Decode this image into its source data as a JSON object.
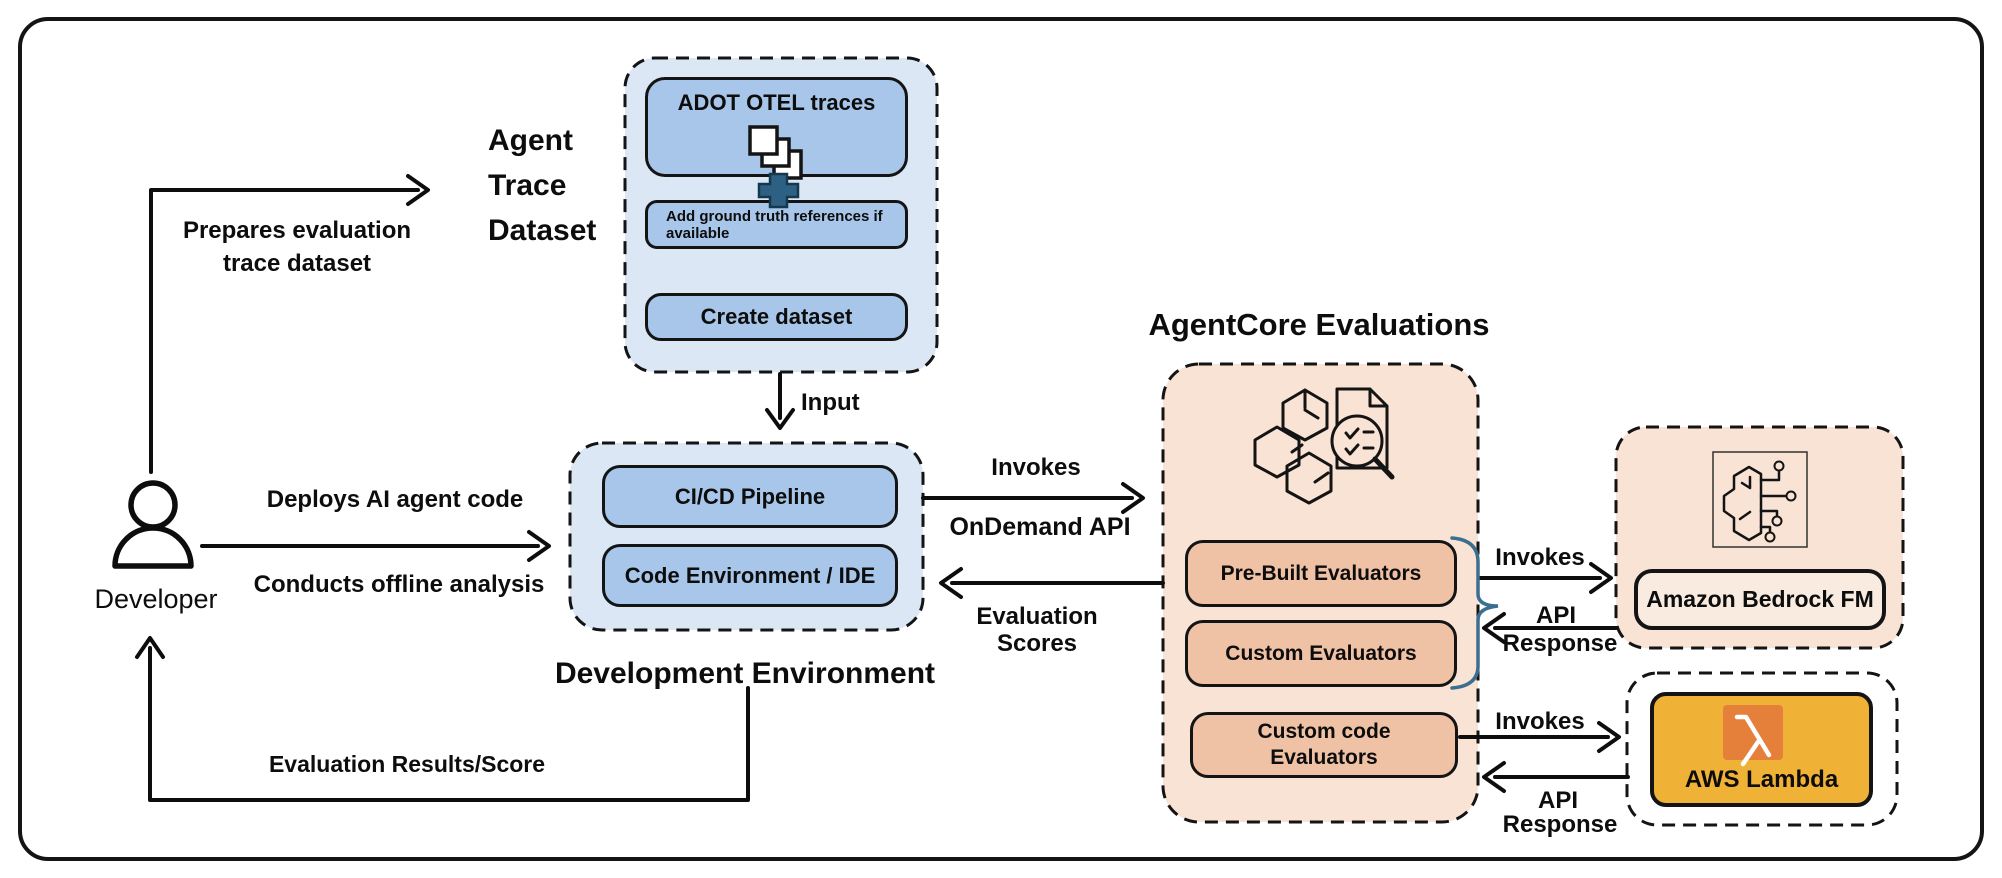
{
  "developer": {
    "label": "Developer"
  },
  "agent_trace_dataset": {
    "title": "Agent\nTrace\nDataset",
    "adot_box": "ADOT OTEL traces",
    "ground_truth_box": "Add ground truth references if\navailable",
    "create_box": "Create dataset"
  },
  "development_environment": {
    "title": "Development Environment",
    "cicd_box": "CI/CD Pipeline",
    "code_env_box": "Code Environment / IDE"
  },
  "agentcore": {
    "title": "AgentCore Evaluations",
    "evaluators": [
      {
        "label": "Pre-Built Evaluators"
      },
      {
        "label": "Custom Evaluators"
      },
      {
        "label": "Custom code\nEvaluators"
      }
    ]
  },
  "bedrock": {
    "label": "Amazon Bedrock FM"
  },
  "aws_lambda": {
    "label": "AWS Lambda"
  },
  "arrows": {
    "prepares": "Prepares evaluation\ntrace dataset",
    "deploys": "Deploys AI agent code",
    "conducts": "Conducts offline analysis",
    "eval_results": "Evaluation Results/Score",
    "input": "Input",
    "invokes_ondemand_top": "Invokes",
    "invokes_ondemand_bottom": "OnDemand API",
    "eval_scores": "Evaluation\nScores",
    "bedrock_invokes": "Invokes",
    "bedrock_api_top": "API",
    "bedrock_api_bottom": "Response",
    "lambda_invokes": "Invokes",
    "lambda_api_top": "API",
    "lambda_api_bottom": "Response"
  },
  "colors": {
    "group_blue_fill": "#dbe7f5",
    "box_blue_fill": "#a7c6e9",
    "group_peach_fill": "#f8e3d4",
    "evaluator_fill": "#efc2a5",
    "bedrock_inner_fill": "#f9ebdf",
    "lambda_gold": "#f0b236",
    "lambda_orange": "#e5803a",
    "plus_icon_blue": "#2e6084",
    "brace_blue": "#3c6e90",
    "line_black": "#0d0d0d"
  }
}
